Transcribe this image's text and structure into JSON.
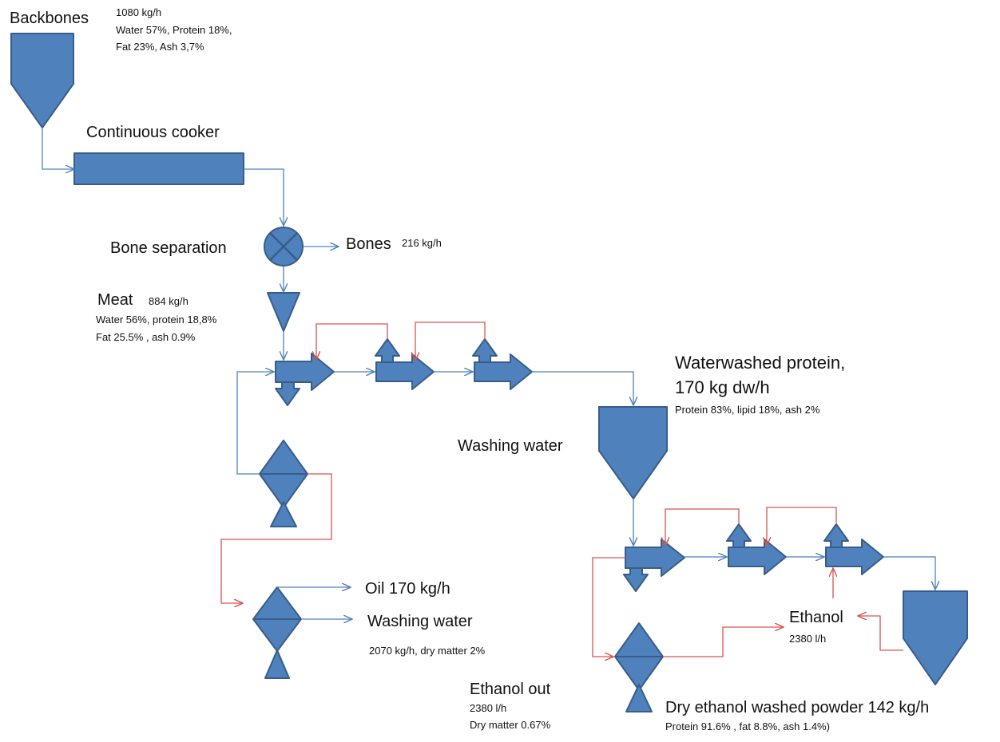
{
  "backbones": {
    "title": "Backbones",
    "rate": "1080 kg/h",
    "line1": "Water 57%, Protein 18%,",
    "line2": "Fat 23%, Ash 3,7%"
  },
  "cooker": {
    "label": "Continuous cooker"
  },
  "bone_separation": {
    "label": "Bone separation"
  },
  "bones": {
    "label": "Bones",
    "rate": "216 kg/h"
  },
  "meat": {
    "title": "Meat",
    "rate": "884 kg/h",
    "line1": "Water 56%, protein 18,8%",
    "line2": "Fat  25.5% , ash 0.9%"
  },
  "waterwashed": {
    "line1": "Waterwashed protein,",
    "line2": "170 kg dw/h",
    "line3": "Protein 83%, lipid 18%, ash 2%"
  },
  "washing_water_in": {
    "label": "Washing water"
  },
  "oil": {
    "label": "Oil 170 kg/h"
  },
  "washing_water_out": {
    "label": "Washing water",
    "detail": "2070 kg/h, dry matter 2%"
  },
  "ethanol_in": {
    "label": "Ethanol",
    "rate": "2380 l/h"
  },
  "ethanol_out": {
    "label": "Ethanol out",
    "rate": "2380 l/h",
    "dry": "Dry matter  0.67%"
  },
  "dry_powder": {
    "label": "Dry ethanol washed powder 142 kg/h",
    "detail": "Protein 91.6% , fat 8.8%, ash 1.4%)"
  },
  "colors": {
    "shape_fill": "#4f81bd",
    "shape_stroke": "#385d8a",
    "flow_blue": "#4f81bd",
    "flow_red": "#d9534f"
  }
}
